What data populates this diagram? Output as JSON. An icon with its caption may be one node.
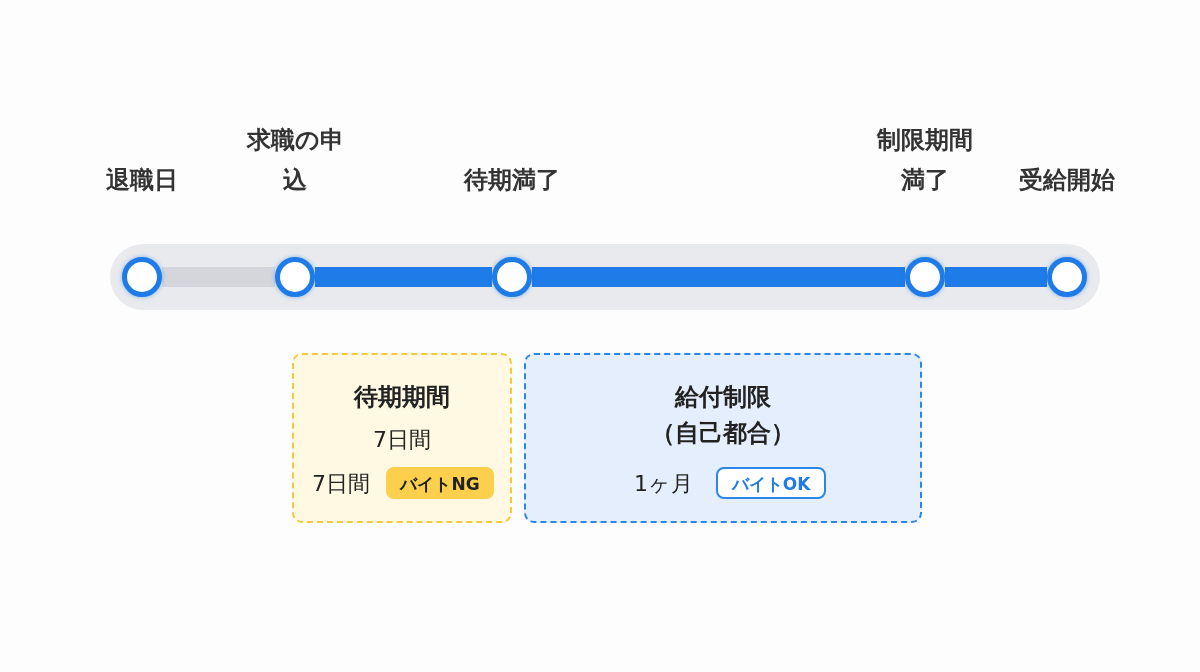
{
  "diagram": {
    "nodes": [
      {
        "text": [],
        "shape": "circle",
        "beside": [
          "退職日"
        ]
      },
      {
        "text": [],
        "shape": "circle",
        "beside": [
          "求職の申込"
        ]
      },
      {
        "text": [],
        "shape": "circle",
        "beside": [
          "待期満了"
        ]
      },
      {
        "text": [],
        "shape": "circle",
        "beside": [
          "制限期間満了"
        ]
      },
      {
        "text": [],
        "shape": "circle",
        "beside": [
          "受給開始"
        ]
      },
      {
        "text": [
          "待期期間",
          "7日間",
          "7日間"
        ]
      },
      {
        "text": [
          "バイトNG"
        ],
        "in": 5
      },
      {
        "text": [
          "給付制限（自己都合）",
          "1ヶ月"
        ]
      },
      {
        "text": [
          "バイトOK"
        ],
        "in": 7
      }
    ],
    "edges": [
      {
        "from": 0,
        "to": 1,
        "arrow": "none",
        "color": "#d4d6db"
      },
      {
        "from": 1,
        "to": 2,
        "arrow": "none"
      },
      {
        "from": 2,
        "to": 3,
        "arrow": "none"
      },
      {
        "from": 3,
        "to": 4,
        "arrow": "none"
      }
    ]
  }
}
